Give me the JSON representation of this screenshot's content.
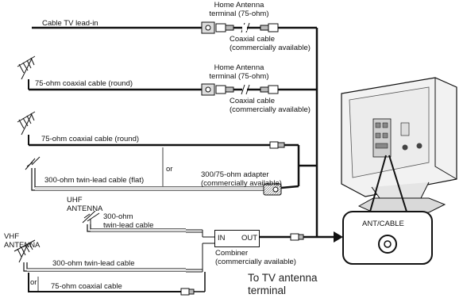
{
  "labels": {
    "cable_tv_lead_in": "Cable TV lead-in",
    "home_antenna_terminal_1_line1": "Home Antenna",
    "home_antenna_terminal_1_line2": "terminal (75-ohm)",
    "coaxial_cable_1_line1": "Coaxial cable",
    "coaxial_cable_1_line2": "(commercially available)",
    "coax_round_1": "75-ohm coaxial cable (round)",
    "home_antenna_terminal_2_line1": "Home Antenna",
    "home_antenna_terminal_2_line2": "terminal (75-ohm)",
    "coaxial_cable_2_line1": "Coaxial cable",
    "coaxial_cable_2_line2": "(commercially available)",
    "coax_round_2": "75-ohm coaxial cable (round)",
    "or_1": "or",
    "adapter_line1": "300/75-ohm adapter",
    "adapter_line2": "(commercially available)",
    "twin_lead_flat": "300-ohm twin-lead cable (flat)",
    "uhf_antenna_line1": "UHF",
    "uhf_antenna_line2": "ANTENNA",
    "uhf_twin_lead_line1": "300-ohm",
    "uhf_twin_lead_line2": "twin-lead cable",
    "vhf_antenna_line1": "VHF",
    "vhf_antenna_line2": "ANTENNA",
    "combiner_in": "IN",
    "combiner_out": "OUT",
    "combiner_line1": "Combiner",
    "combiner_line2": "(commercially available)",
    "vhf_twin_lead": "300-ohm twin-lead cable",
    "or_2": "or",
    "coax_round_3": "75-ohm coaxial cable",
    "ant_cable": "ANT/CABLE",
    "to_tv_antenna_line1": "To TV antenna",
    "to_tv_antenna_line2": "terminal"
  }
}
